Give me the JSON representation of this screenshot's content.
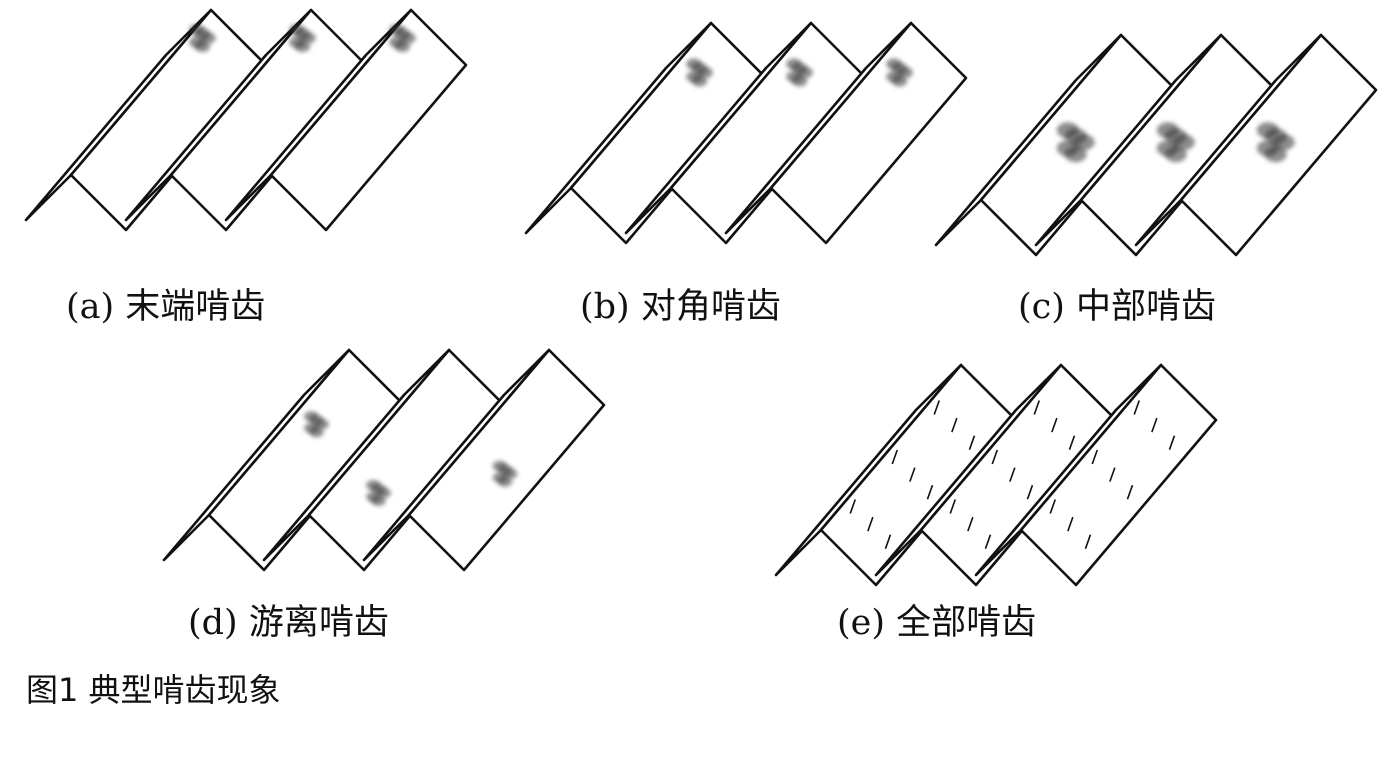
{
  "figure": {
    "panels": [
      {
        "id": "a",
        "label": "(a) 末端啃齿",
        "wear": "end"
      },
      {
        "id": "b",
        "label": "(b) 对角啃齿",
        "wear": "diagonal"
      },
      {
        "id": "c",
        "label": "(c) 中部啃齿",
        "wear": "middle"
      },
      {
        "id": "d",
        "label": "(d) 游离啃齿",
        "wear": "scattered"
      },
      {
        "id": "e",
        "label": "(e) 全部啃齿",
        "wear": "full"
      }
    ],
    "caption": "图1 典型啃齿现象"
  }
}
